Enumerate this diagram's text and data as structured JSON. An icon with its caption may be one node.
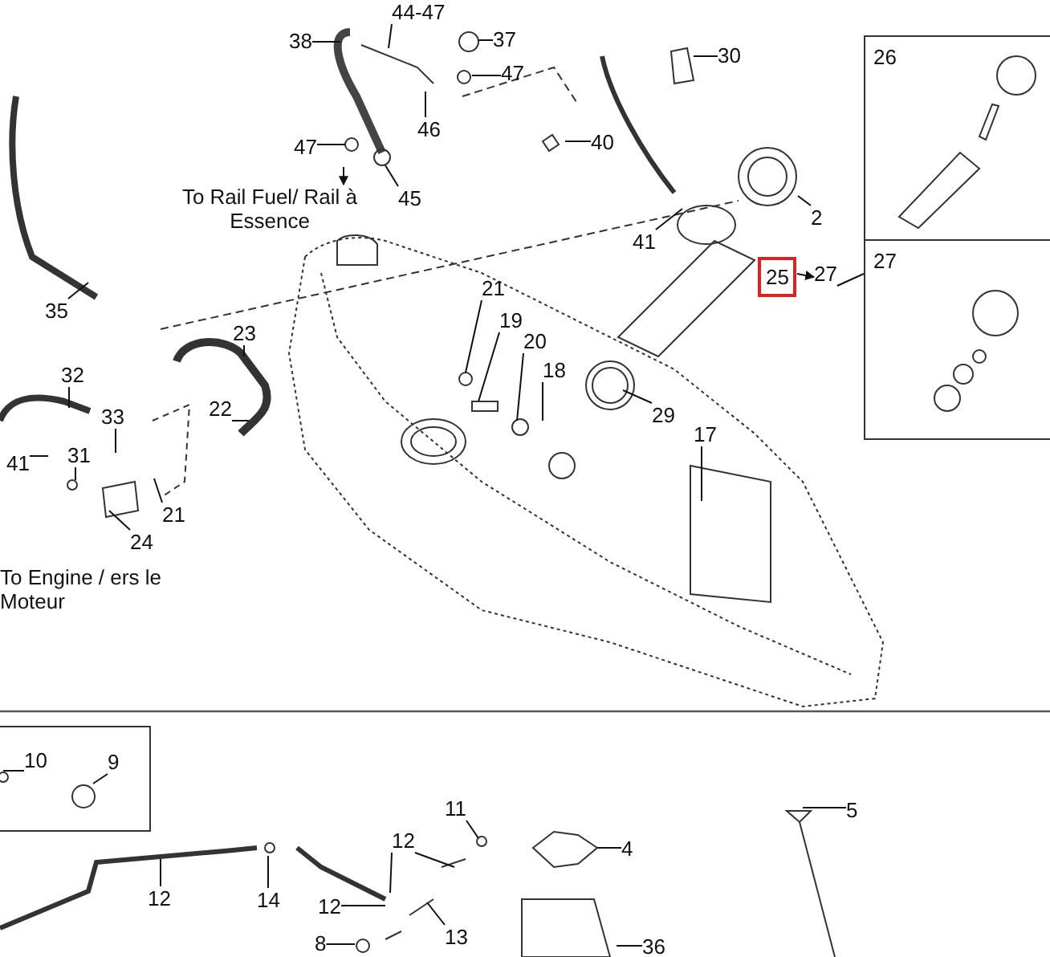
{
  "diagram": {
    "nodes": [
      {
        "text": [
          "44-47"
        ]
      },
      {
        "text": [
          "37"
        ]
      },
      {
        "text": [
          "38"
        ]
      },
      {
        "text": [
          "47"
        ]
      },
      {
        "text": [
          "46"
        ]
      },
      {
        "text": [
          "30"
        ]
      },
      {
        "text": [
          "47"
        ]
      },
      {
        "text": [
          "40"
        ]
      },
      {
        "text": [
          "To Rail Fuel/ Rail à Essence"
        ]
      },
      {
        "text": [
          "45"
        ]
      },
      {
        "text": [
          "2"
        ]
      },
      {
        "text": [
          "41"
        ]
      },
      {
        "text": [
          "25"
        ]
      },
      {
        "text": [
          "27"
        ]
      },
      {
        "text": [
          "26"
        ]
      },
      {
        "text": [
          "27"
        ]
      },
      {
        "text": [
          "35"
        ]
      },
      {
        "text": [
          "21"
        ]
      },
      {
        "text": [
          "19"
        ]
      },
      {
        "text": [
          "20"
        ]
      },
      {
        "text": [
          "18"
        ]
      },
      {
        "text": [
          "23"
        ]
      },
      {
        "text": [
          "29"
        ]
      },
      {
        "text": [
          "22"
        ]
      },
      {
        "text": [
          "17"
        ]
      },
      {
        "text": [
          "32"
        ]
      },
      {
        "text": [
          "33"
        ]
      },
      {
        "text": [
          "41"
        ]
      },
      {
        "text": [
          "31"
        ]
      },
      {
        "text": [
          "21"
        ]
      },
      {
        "text": [
          "24"
        ]
      },
      {
        "text": [],
        "shape": "box"
      },
      {
        "text": [
          "10"
        ],
        "in": 31
      },
      {
        "text": [
          "9"
        ],
        "in": 31
      },
      {
        "text": [
          "11"
        ]
      },
      {
        "text": [
          "12"
        ]
      },
      {
        "text": [
          "4"
        ]
      },
      {
        "text": [
          "5"
        ]
      },
      {
        "text": [
          "12"
        ]
      },
      {
        "text": [
          "14"
        ]
      },
      {
        "text": [
          "12"
        ]
      },
      {
        "text": [
          "13"
        ]
      },
      {
        "text": [
          "8"
        ]
      },
      {
        "text": [
          "36"
        ]
      }
    ],
    "edges": [
      {
        "from": 0,
        "to": null,
        "arrow": "none"
      },
      {
        "from": 1,
        "to": null,
        "arrow": "none"
      },
      {
        "from": 2,
        "to": null,
        "arrow": "none"
      },
      {
        "from": 3,
        "to": null,
        "arrow": "none"
      },
      {
        "from": 4,
        "to": null,
        "arrow": "none"
      },
      {
        "from": 5,
        "to": null,
        "arrow": "none"
      },
      {
        "from": 6,
        "to": null,
        "arrow": "none"
      },
      {
        "from": 7,
        "to": null,
        "arrow": "none"
      },
      {
        "from": null,
        "to": 8,
        "arrow": "to"
      },
      {
        "from": 9,
        "to": null,
        "arrow": "none"
      },
      {
        "from": 10,
        "to": null,
        "arrow": "none"
      },
      {
        "from": 11,
        "to": null,
        "arrow": "none"
      },
      {
        "from": 12,
        "to": 13,
        "arrow": "to"
      },
      {
        "from": 13,
        "to": 15,
        "arrow": "none"
      },
      {
        "from": 16,
        "to": null,
        "arrow": "none"
      },
      {
        "from": 17,
        "to": null,
        "arrow": "none"
      },
      {
        "from": 18,
        "to": null,
        "arrow": "none"
      },
      {
        "from": 19,
        "to": null,
        "arrow": "none"
      },
      {
        "from": 20,
        "to": null,
        "arrow": "none"
      },
      {
        "from": 21,
        "to": null,
        "arrow": "none"
      },
      {
        "from": 22,
        "to": null,
        "arrow": "none"
      },
      {
        "from": 23,
        "to": null,
        "arrow": "none"
      },
      {
        "from": 24,
        "to": null,
        "arrow": "none"
      },
      {
        "from": 25,
        "to": null,
        "arrow": "none"
      },
      {
        "from": 26,
        "to": null,
        "arrow": "none"
      },
      {
        "from": 27,
        "to": null,
        "arrow": "none"
      },
      {
        "from": 28,
        "to": null,
        "arrow": "none"
      },
      {
        "from": 29,
        "to": null,
        "arrow": "none"
      },
      {
        "from": 30,
        "to": null,
        "arrow": "none"
      },
      {
        "from": 32,
        "to": null,
        "arrow": "none"
      },
      {
        "from": 33,
        "to": null,
        "arrow": "none"
      },
      {
        "from": 34,
        "to": null,
        "arrow": "none"
      },
      {
        "from": 35,
        "to": null,
        "arrow": "none"
      },
      {
        "from": 35,
        "to": null,
        "arrow": "none"
      },
      {
        "from": 36,
        "to": null,
        "arrow": "none"
      },
      {
        "from": 37,
        "to": null,
        "arrow": "none"
      },
      {
        "from": 38,
        "to": null,
        "arrow": "none"
      },
      {
        "from": 39,
        "to": null,
        "arrow": "none"
      },
      {
        "from": 40,
        "to": null,
        "arrow": "none"
      },
      {
        "from": 41,
        "to": null,
        "arrow": "none"
      },
      {
        "from": 42,
        "to": null,
        "arrow": "none"
      },
      {
        "from": 43,
        "to": null,
        "arrow": "none"
      }
    ],
    "labels": [
      "To Engine / ers le Moteur"
    ]
  }
}
